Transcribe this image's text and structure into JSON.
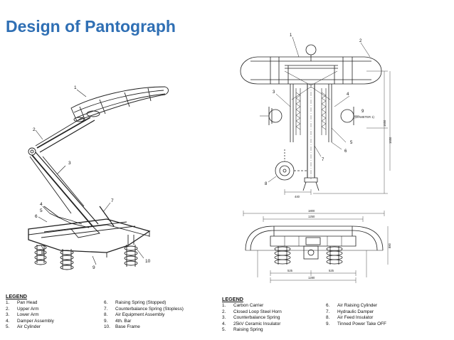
{
  "title": "Design of Pantograph",
  "left_diagram": {
    "callouts": [
      "1",
      "2",
      "3",
      "4",
      "5",
      "6",
      "7",
      "8",
      "9",
      "10"
    ]
  },
  "right_diagram": {
    "callouts": [
      "1",
      "2",
      "3",
      "4",
      "5",
      "6",
      "7",
      "8",
      "9"
    ],
    "dimensions": [
      "440",
      "1800",
      "1250",
      "525",
      "525",
      "1280",
      "880",
      "1650",
      "1650"
    ],
    "diameter_note": "(DIAMETER 1)"
  },
  "legend_left": {
    "heading": "LEGEND",
    "col1": [
      {
        "num": "1.",
        "text": "Pan Head"
      },
      {
        "num": "2.",
        "text": "Upper Arm"
      },
      {
        "num": "3.",
        "text": "Lower Arm"
      },
      {
        "num": "4.",
        "text": "Damper Assembly"
      },
      {
        "num": "5.",
        "text": "Air Cylinder"
      }
    ],
    "col2": [
      {
        "num": "6.",
        "text": "Raising Spring (Stopped)"
      },
      {
        "num": "7.",
        "text": "Counterbalance Spring (Stopless)"
      },
      {
        "num": "8.",
        "text": "Air Equipment Assembly"
      },
      {
        "num": "9.",
        "text": "4th. Bar"
      },
      {
        "num": "10.",
        "text": "Base Frame"
      }
    ]
  },
  "legend_right": {
    "heading": "LEGEND",
    "col1": [
      {
        "num": "1.",
        "text": "Carbon Carrier"
      },
      {
        "num": "2.",
        "text": "Closed Loop Steel Horn"
      },
      {
        "num": "3.",
        "text": "Counterbalance Spring"
      },
      {
        "num": "4.",
        "text": "25kV Ceramic Insulator"
      },
      {
        "num": "5.",
        "text": "Raising Spring"
      }
    ],
    "col2": [
      {
        "num": "6.",
        "text": "Air Raising Cylinder"
      },
      {
        "num": "7.",
        "text": "Hydraulic Damper"
      },
      {
        "num": "8.",
        "text": "Air Feed Insulator"
      },
      {
        "num": "9.",
        "text": "Tinned Power Take OFF"
      }
    ]
  }
}
